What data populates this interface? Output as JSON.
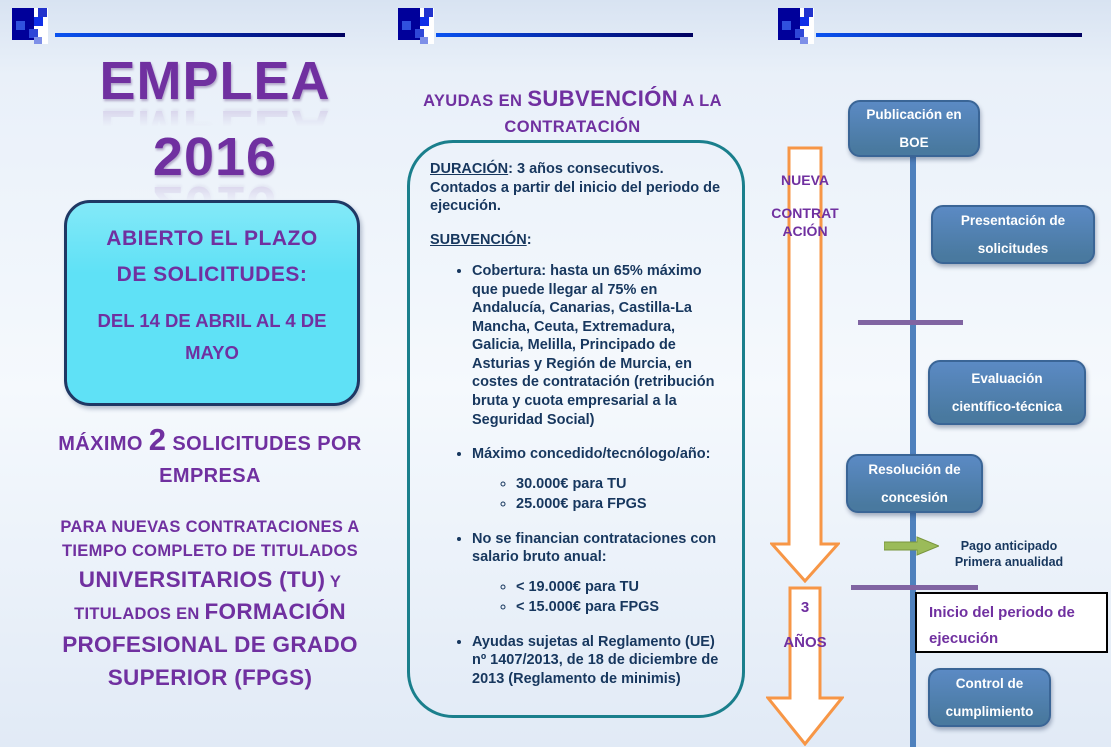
{
  "colors": {
    "purple": "#7030a0",
    "navy": "#17375e",
    "cyanbox": "#5fe1f6",
    "cyanborder": "#1f3864",
    "teal": "#1a7f8c",
    "flowblue": "#4f81bd",
    "orange": "#f79646",
    "olive": "#9bbb59",
    "lilac": "#8064a2"
  },
  "left_panel": {
    "title_line1": "EMPLEA",
    "title_line2": "2016",
    "open_box": {
      "heading": "ABIERTO EL PLAZO DE SOLICITUDES:",
      "dates": "DEL 14 DE ABRIL AL 4 DE MAYO"
    },
    "max_applications": {
      "pre": "MÁXIMO ",
      "number": "2",
      "post": " SOLICITUDES POR EMPRESA"
    },
    "target": {
      "small1": "PARA NUEVAS CONTRATACIONES A TIEMPO COMPLETO DE TITULADOS ",
      "big1": "UNIVERSITARIOS (TU)",
      "small2": " Y TITULADOS EN ",
      "big2": "FORMACIÓN PROFESIONAL DE GRADO SUPERIOR (FPGS)"
    }
  },
  "middle_panel": {
    "heading": {
      "small1": "AYUDAS EN ",
      "big": "SUBVENCIÓN",
      "small2": " A LA CONTRATACIÓN"
    },
    "duracion_label": "DURACIÓN",
    "duracion_text": ": 3 años consecutivos. Contados a partir del inicio del periodo de ejecución.",
    "subvencion_label": "SUBVENCIÓN",
    "subvencion_colon": ":",
    "bullets": [
      {
        "text": "Cobertura: hasta un 65% máximo que puede llegar al 75% en Andalucía, Canarias, Castilla-La Mancha, Ceuta, Extremadura, Galicia, Melilla, Principado de Asturias y Región de Murcia, en costes de contratación (retribución bruta y cuota empresarial a la Seguridad Social)"
      },
      {
        "text": "Máximo concedido/tecnólogo/año:",
        "sub": [
          "30.000€ para TU",
          "25.000€ para FPGS"
        ]
      },
      {
        "text": "No se financian contrataciones con salario bruto anual:",
        "sub": [
          "< 19.000€ para TU",
          "< 15.000€ para FPGS"
        ]
      },
      {
        "text": "Ayudas sujetas al Reglamento (UE) nº 1407/2013, de 18 de diciembre de 2013 (Reglamento de minimis)"
      }
    ]
  },
  "right_panel": {
    "new_hire_arrow": {
      "word1": "NUEVA",
      "word2": "CONTRATACIÓN"
    },
    "years_arrow": {
      "word1": "3",
      "word2": "AÑOS"
    },
    "flow": {
      "publicacion": "Publicación en BOE",
      "presentacion": "Presentación de solicitudes",
      "evaluacion": "Evaluación científico-técnica",
      "resolucion": "Resolución de concesión",
      "pago_line1": "Pago anticipado",
      "pago_line2": "Primera anualidad",
      "inicio": "Inicio del periodo de ejecución",
      "control": "Control de cumplimiento"
    }
  }
}
